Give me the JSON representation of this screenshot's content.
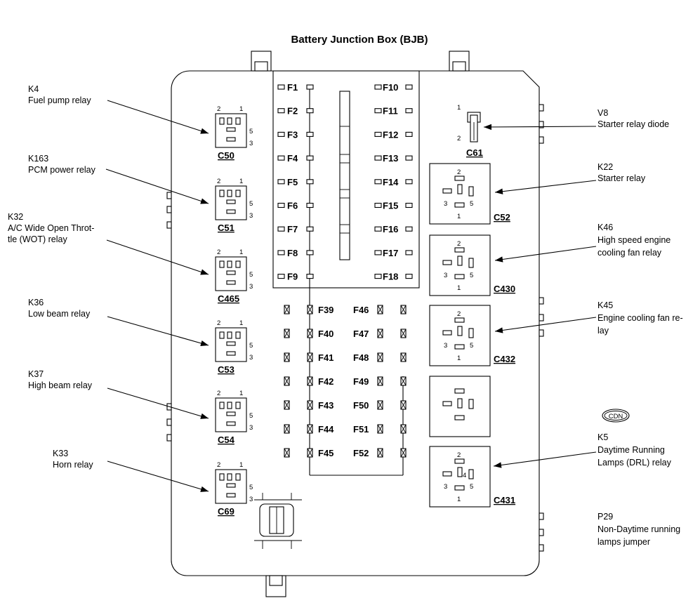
{
  "title": "Battery Junction Box (BJB)",
  "annotations": [
    {
      "id": "K4",
      "code": "K4",
      "lines": [
        "Fuel pump relay"
      ]
    },
    {
      "id": "K163",
      "code": "K163",
      "lines": [
        "PCM power relay"
      ]
    },
    {
      "id": "K32",
      "code": "K32",
      "lines": [
        "A/C Wide Open Throt-",
        "tle (WOT) relay"
      ]
    },
    {
      "id": "K36",
      "code": "K36",
      "lines": [
        "Low beam relay"
      ]
    },
    {
      "id": "K37",
      "code": "K37",
      "lines": [
        "High beam relay"
      ]
    },
    {
      "id": "K33",
      "code": "K33",
      "lines": [
        "Horn relay"
      ]
    },
    {
      "id": "V8",
      "code": "V8",
      "lines": [
        "Starter relay diode"
      ]
    },
    {
      "id": "K22",
      "code": "K22",
      "lines": [
        "Starter relay"
      ]
    },
    {
      "id": "K46",
      "code": "K46",
      "lines": [
        "High speed engine",
        "cooling fan relay"
      ]
    },
    {
      "id": "K45",
      "code": "K45",
      "lines": [
        "Engine cooling fan re-",
        "lay"
      ]
    },
    {
      "id": "CDN",
      "code": "CDN",
      "lines": []
    },
    {
      "id": "K5",
      "code": "K5",
      "lines": [
        "Daytime Running",
        "Lamps (DRL) relay"
      ]
    },
    {
      "id": "P29",
      "code": "P29",
      "lines": [
        "Non-Daytime running",
        "lamps jumper"
      ]
    }
  ],
  "left_relays": [
    {
      "connector": "C50",
      "pins": [
        "2",
        "1",
        "5",
        "3"
      ]
    },
    {
      "connector": "C51",
      "pins": [
        "2",
        "1",
        "5",
        "3"
      ]
    },
    {
      "connector": "C465",
      "pins": [
        "2",
        "1",
        "5",
        "3"
      ]
    },
    {
      "connector": "C53",
      "pins": [
        "2",
        "1",
        "5",
        "3"
      ]
    },
    {
      "connector": "C54",
      "pins": [
        "2",
        "1",
        "5",
        "3"
      ]
    },
    {
      "connector": "C69",
      "pins": [
        "2",
        "1",
        "5",
        "3"
      ]
    }
  ],
  "right_relays": [
    {
      "connector": "C52",
      "pins": [
        "2",
        "3",
        "5",
        "1"
      ]
    },
    {
      "connector": "C430",
      "pins": [
        "2",
        "3",
        "5",
        "1"
      ]
    },
    {
      "connector": "C432",
      "pins": [
        "2",
        "3",
        "5",
        "1"
      ]
    },
    {
      "connector": "",
      "pins": []
    },
    {
      "connector": "C431",
      "pins": [
        "2",
        "3",
        "5",
        "1",
        "4"
      ]
    }
  ],
  "diode": {
    "connector": "C61",
    "pins": [
      "1",
      "2"
    ]
  },
  "fuses_left": [
    "F1",
    "F2",
    "F3",
    "F4",
    "F5",
    "F6",
    "F7",
    "F8",
    "F9"
  ],
  "fuses_right": [
    "F10",
    "F11",
    "F12",
    "F13",
    "F14",
    "F15",
    "F16",
    "F17",
    "F18"
  ],
  "maxi_left": [
    "F39",
    "F40",
    "F41",
    "F42",
    "F43",
    "F44",
    "F45"
  ],
  "maxi_right": [
    "F46",
    "F47",
    "F48",
    "F49",
    "F50",
    "F51",
    "F52"
  ]
}
